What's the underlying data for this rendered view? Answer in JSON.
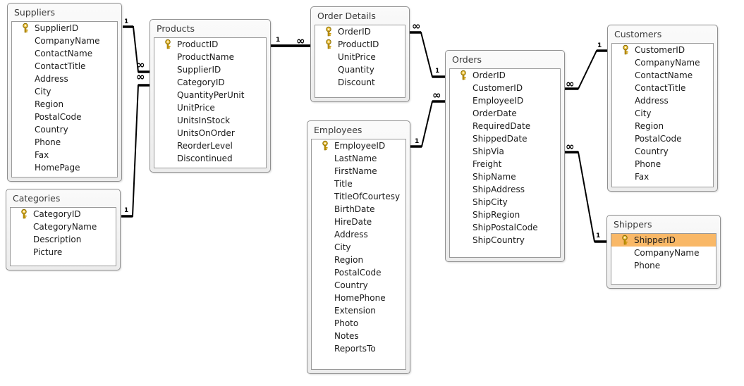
{
  "tables": [
    {
      "id": "suppliers",
      "title": "Suppliers",
      "keys": [
        0
      ],
      "fields": [
        "SupplierID",
        "CompanyName",
        "ContactName",
        "ContactTitle",
        "Address",
        "City",
        "Region",
        "PostalCode",
        "Country",
        "Phone",
        "Fax",
        "HomePage"
      ]
    },
    {
      "id": "categories",
      "title": "Categories",
      "keys": [
        0
      ],
      "fields": [
        "CategoryID",
        "CategoryName",
        "Description",
        "Picture"
      ]
    },
    {
      "id": "products",
      "title": "Products",
      "keys": [
        0
      ],
      "fields": [
        "ProductID",
        "ProductName",
        "SupplierID",
        "CategoryID",
        "QuantityPerUnit",
        "UnitPrice",
        "UnitsInStock",
        "UnitsOnOrder",
        "ReorderLevel",
        "Discontinued"
      ]
    },
    {
      "id": "order-details",
      "title": "Order Details",
      "keys": [
        0,
        1
      ],
      "fields": [
        "OrderID",
        "ProductID",
        "UnitPrice",
        "Quantity",
        "Discount"
      ]
    },
    {
      "id": "employees",
      "title": "Employees",
      "keys": [
        0
      ],
      "fields": [
        "EmployeeID",
        "LastName",
        "FirstName",
        "Title",
        "TitleOfCourtesy",
        "BirthDate",
        "HireDate",
        "Address",
        "City",
        "Region",
        "PostalCode",
        "Country",
        "HomePhone",
        "Extension",
        "Photo",
        "Notes",
        "ReportsTo"
      ]
    },
    {
      "id": "orders",
      "title": "Orders",
      "keys": [
        0
      ],
      "fields": [
        "OrderID",
        "CustomerID",
        "EmployeeID",
        "OrderDate",
        "RequiredDate",
        "ShippedDate",
        "ShipVia",
        "Freight",
        "ShipName",
        "ShipAddress",
        "ShipCity",
        "ShipRegion",
        "ShipPostalCode",
        "ShipCountry"
      ]
    },
    {
      "id": "customers",
      "title": "Customers",
      "keys": [
        0
      ],
      "fields": [
        "CustomerID",
        "CompanyName",
        "ContactName",
        "ContactTitle",
        "Address",
        "City",
        "Region",
        "PostalCode",
        "Country",
        "Phone",
        "Fax"
      ]
    },
    {
      "id": "shippers",
      "title": "Shippers",
      "keys": [
        0
      ],
      "selected": 0,
      "fields": [
        "ShipperID",
        "CompanyName",
        "Phone"
      ]
    }
  ],
  "relationships": [
    {
      "name": "suppliers-products",
      "one": "1",
      "many": "∞"
    },
    {
      "name": "categories-products",
      "one": "1",
      "many": "∞"
    },
    {
      "name": "products-order-details",
      "one": "1",
      "many": "∞"
    },
    {
      "name": "orders-order-details",
      "one": "1",
      "many": "∞"
    },
    {
      "name": "employees-orders",
      "one": "1",
      "many": "∞"
    },
    {
      "name": "customers-orders",
      "one": "1",
      "many": "∞"
    },
    {
      "name": "shippers-orders",
      "one": "1",
      "many": "∞"
    }
  ],
  "colors": {
    "selected_row": "#f9b867",
    "key_icon": "#e0b000",
    "line": "#000000"
  },
  "icons": {
    "primary_key": "key-icon"
  }
}
